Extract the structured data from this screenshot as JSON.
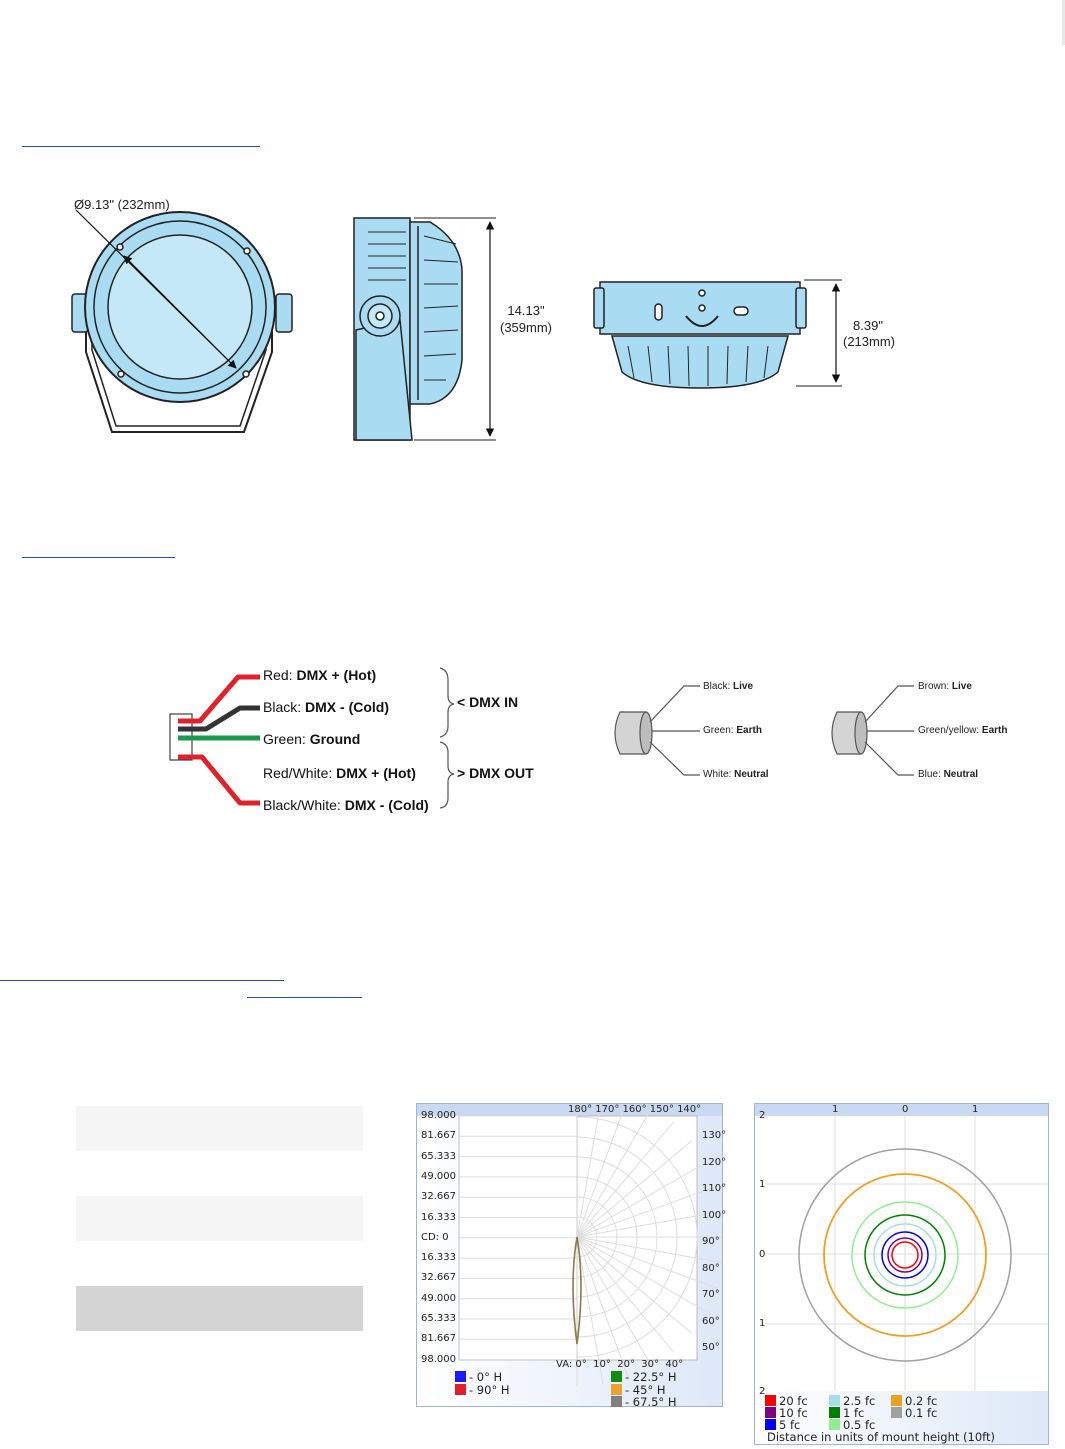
{
  "dimensions": {
    "diameter": "Ø9.13\" (232mm)",
    "height_in": "14.13\"",
    "height_mm": "(359mm)",
    "depth_in": "8.39\"",
    "depth_mm": "(213mm)"
  },
  "dmx_wiring": {
    "wires": [
      {
        "color": "Red: ",
        "signal": "DMX + (Hot)"
      },
      {
        "color": "Black: ",
        "signal": "DMX - (Cold)"
      },
      {
        "color": "Green: ",
        "signal": "Ground"
      },
      {
        "color": "Red/White: ",
        "signal": "DMX + (Hot)"
      },
      {
        "color": "Black/White: ",
        "signal": "DMX - (Cold)"
      }
    ],
    "dmx_in": "< DMX IN",
    "dmx_out": "> DMX OUT"
  },
  "power_cable_us": [
    {
      "color": "Black: ",
      "role": "Live"
    },
    {
      "color": "Green: ",
      "role": "Earth"
    },
    {
      "color": "White: ",
      "role": "Neutral"
    }
  ],
  "power_cable_eu": [
    {
      "color": "Brown: ",
      "role": "Live"
    },
    {
      "color": "Green/yellow: ",
      "role": "Earth"
    },
    {
      "color": "Blue: ",
      "role": "Neutral"
    }
  ],
  "colors": {
    "fixture_fill": "#a9dcf3",
    "rule": "#1f4fb4",
    "wire_red": "#e0212b",
    "wire_black": "#333333",
    "wire_green": "#1a9a4a"
  },
  "polar_chart": {
    "cd_labels": [
      "98.000",
      "81.667",
      "65.333",
      "49.000",
      "32.667",
      "16.333",
      "CD: 0",
      "16.333",
      "32.667",
      "49.000",
      "65.333",
      "81.667",
      "98.000"
    ],
    "top_angles": "180° 170° 160° 150° 140°",
    "right_angles": [
      "130°",
      "120°",
      "110°",
      "100°",
      "90°",
      "80°",
      "70°",
      "60°",
      "50°"
    ],
    "bottom_angles": "VA: 0°  10°  20°  30°  40°",
    "legend": [
      {
        "label": "- 0° H",
        "color": "#1a1aff"
      },
      {
        "label": "- 90° H",
        "color": "#e0212b"
      },
      {
        "label": "- 22.5° H",
        "color": "#138a13"
      },
      {
        "label": "- 45° H",
        "color": "#f0a030"
      },
      {
        "label": "- 67.5° H",
        "color": "#808080"
      }
    ]
  },
  "isofc_chart": {
    "top_ticks": [
      "1",
      "0",
      "1"
    ],
    "left_ticks": [
      "2",
      "1",
      "0",
      "1",
      "2"
    ],
    "legend": [
      {
        "label": "20 fc",
        "color": "#ff0000"
      },
      {
        "label": "10 fc",
        "color": "#800080"
      },
      {
        "label": "5 fc",
        "color": "#0000ff"
      },
      {
        "label": "2.5 fc",
        "color": "#a8dde8"
      },
      {
        "label": "1 fc",
        "color": "#008000"
      },
      {
        "label": "0.5 fc",
        "color": "#90ee90"
      },
      {
        "label": "0.2 fc",
        "color": "#f0a020"
      },
      {
        "label": "0.1 fc",
        "color": "#a0a0a0"
      }
    ],
    "note": "Distance in units of mount height (10ft)"
  }
}
